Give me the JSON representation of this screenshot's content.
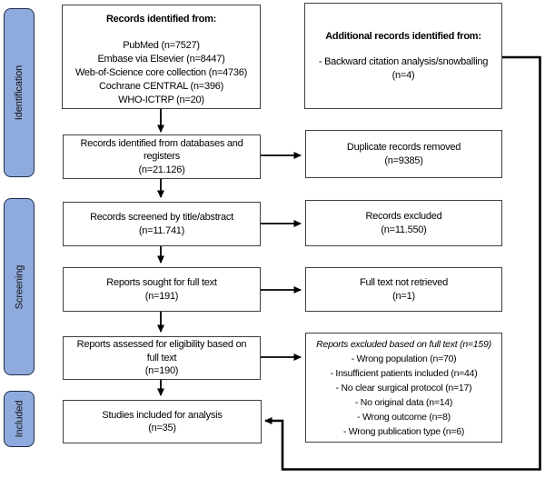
{
  "stages": [
    {
      "label": "Identification"
    },
    {
      "label": "Screening"
    },
    {
      "label": "Included"
    }
  ],
  "boxes": {
    "records_identified": {
      "title": "Records identified from:",
      "sources": [
        "PubMed (n=7527)",
        "Embase via Elsevier (n=8447)",
        "Web-of-Science core collection (n=4736)",
        "Cochrane CENTRAL (n=396)",
        "WHO-ICTRP (n=20)"
      ]
    },
    "additional_records": {
      "title": "Additional records identified from:",
      "lines": [
        "- Backward citation analysis/snowballing",
        "(n=4)"
      ]
    },
    "databases_registers": {
      "label": "Records identified from databases and registers",
      "count": "(n=21.126)"
    },
    "duplicates_removed": {
      "label": "Duplicate records removed",
      "count": "(n=9385)"
    },
    "screened": {
      "label": "Records screened by title/abstract",
      "count": "(n=11.741)"
    },
    "records_excluded": {
      "label": "Records excluded",
      "count": "(n=11.550)"
    },
    "sought_full_text": {
      "label": "Reports sought for full text",
      "count": "(n=191)"
    },
    "not_retrieved": {
      "label": "Full text not retrieved",
      "count": "(n=1)"
    },
    "assessed": {
      "label": "Reports assessed for eligibility based on full text",
      "count": "(n=190)"
    },
    "reports_excluded": {
      "title": "Reports excluded based on full text (n=159)",
      "reasons": [
        "- Wrong population (n=70)",
        "- Insufficient patients included (n=44)",
        "- No clear surgical protocol (n=17)",
        "- No original data (n=14)",
        "- Wrong outcome (n=8)",
        "- Wrong publication type (n=6)"
      ]
    },
    "included": {
      "label": "Studies included for analysis",
      "count": "(n=35)"
    }
  },
  "colors": {
    "stage_fill": "#8FAADC",
    "stage_border": "#1F2D4E",
    "box_border": "#3F3F3F",
    "arrow_color": "#000000"
  }
}
